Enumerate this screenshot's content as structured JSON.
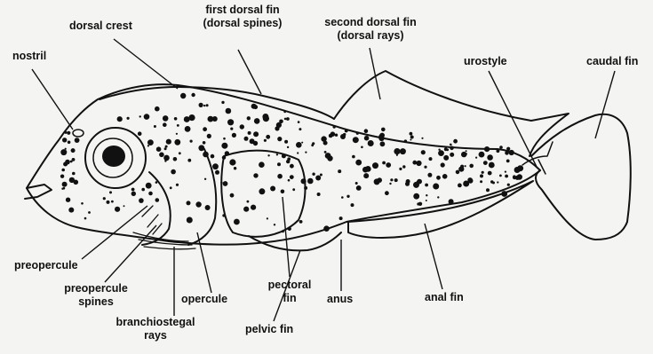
{
  "labels": {
    "dorsal_crest": "dorsal crest",
    "first_dorsal_fin": "first dorsal fin",
    "first_dorsal_fin_sub": "(dorsal spines)",
    "second_dorsal_fin": "second dorsal fin",
    "second_dorsal_fin_sub": "(dorsal rays)",
    "nostril": "nostril",
    "urostyle": "urostyle",
    "caudal_fin": "caudal fin",
    "preopercule": "preopercule",
    "preopercule_spines_1": "preopercule",
    "preopercule_spines_2": "spines",
    "branchiostegal_rays_1": "branchiostegal",
    "branchiostegal_rays_2": "rays",
    "opercule": "opercule",
    "pectoral_fin_1": "pectoral",
    "pectoral_fin_2": "fin",
    "pelvic_fin": "pelvic fin",
    "anus": "anus",
    "anal_fin": "anal fin"
  },
  "colors": {
    "ink": "#111111",
    "paper": "#f4f4f2"
  }
}
